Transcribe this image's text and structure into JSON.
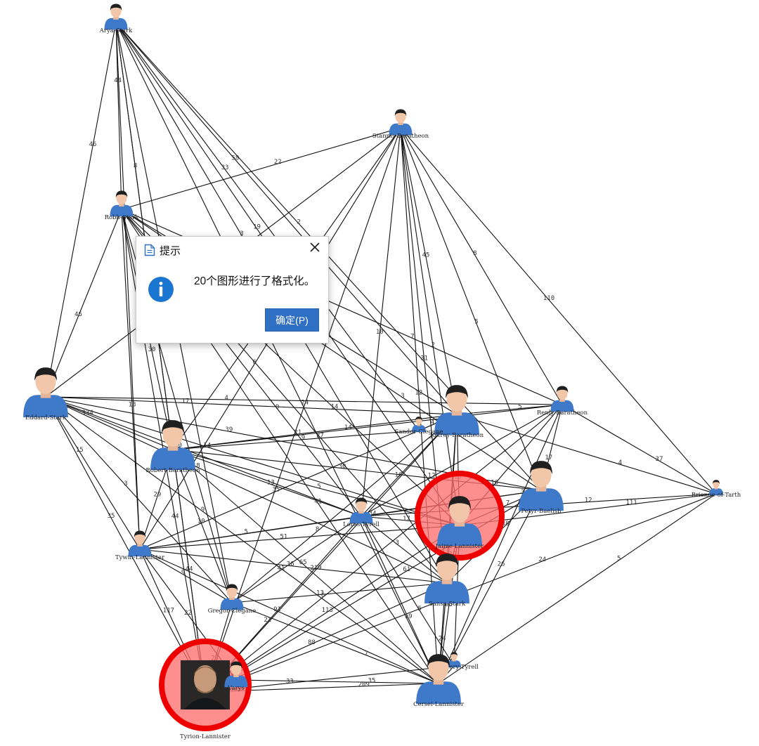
{
  "graph": {
    "nodes": [
      {
        "id": "arya",
        "label": "Arya-Stark",
        "size": "small"
      },
      {
        "id": "stannis",
        "label": "Stannis-Baratheon",
        "size": "small"
      },
      {
        "id": "robb",
        "label": "Robb-Stark",
        "size": "small"
      },
      {
        "id": "eddard",
        "label": "Eddard-Stark",
        "size": "large"
      },
      {
        "id": "robert",
        "label": "Robert-Baratheon",
        "size": "large"
      },
      {
        "id": "joffrey",
        "label": "Joffrey-Baratheon",
        "size": "large"
      },
      {
        "id": "sandor",
        "label": "Sandor-Clegane",
        "size": "tiny"
      },
      {
        "id": "renly",
        "label": "Renly-Baratheon",
        "size": "small"
      },
      {
        "id": "petyr",
        "label": "Petyr-Baelish",
        "size": "large"
      },
      {
        "id": "brienne",
        "label": "Brienne-of-Tarth",
        "size": "tiny"
      },
      {
        "id": "loras",
        "label": "Loras-Tyrell",
        "size": "small"
      },
      {
        "id": "tywin",
        "label": "Tywin-Lannister",
        "size": "small"
      },
      {
        "id": "jaime",
        "label": "Jaime-Lannister",
        "size": "large",
        "highlight": true
      },
      {
        "id": "sansa",
        "label": "Sansa-Stark",
        "size": "large"
      },
      {
        "id": "gregor",
        "label": "Gregor-Clegane",
        "size": "small"
      },
      {
        "id": "margaery",
        "label": "Margaery-Tyrell",
        "size": "tiny"
      },
      {
        "id": "cersei",
        "label": "Cersei-Lannister",
        "size": "large"
      },
      {
        "id": "tyrion",
        "label": "Tyrion-Lannister",
        "size": "photo",
        "highlight": true
      },
      {
        "id": "varys",
        "label": "Varys",
        "size": "small"
      }
    ],
    "edges": [
      {
        "from": "arya",
        "to": "robb",
        "label": "44"
      },
      {
        "from": "arya",
        "to": "eddard",
        "label": "46"
      },
      {
        "from": "arya",
        "to": "robert",
        "label": "8"
      },
      {
        "from": "arya",
        "to": "joffrey",
        "label": "58"
      },
      {
        "from": "arya",
        "to": "sandor",
        "label": "33"
      },
      {
        "from": "arya",
        "to": "tywin",
        "label": "13"
      },
      {
        "from": "arya",
        "to": "sansa",
        "label": "3"
      },
      {
        "from": "arya",
        "to": "cersei",
        "label": "44"
      },
      {
        "from": "arya",
        "to": "tyrion",
        "label": "30"
      },
      {
        "from": "arya",
        "to": "jaime",
        "label": "19"
      },
      {
        "from": "arya",
        "to": "gregor",
        "label": "4"
      },
      {
        "from": "arya",
        "to": "petyr",
        "label": "2"
      },
      {
        "from": "stannis",
        "to": "robb",
        "label": "22"
      },
      {
        "from": "stannis",
        "to": "joffrey",
        "label": "45"
      },
      {
        "from": "stannis",
        "to": "renly",
        "label": "8"
      },
      {
        "from": "stannis",
        "to": "brienne",
        "label": "110"
      },
      {
        "from": "stannis",
        "to": "cersei",
        "label": "12"
      },
      {
        "from": "stannis",
        "to": "tyrion",
        "label": "24"
      },
      {
        "from": "stannis",
        "to": "eddard",
        "label": "4"
      },
      {
        "from": "stannis",
        "to": "sansa",
        "label": "31"
      },
      {
        "from": "stannis",
        "to": "robert",
        "label": "11"
      },
      {
        "from": "stannis",
        "to": "loras",
        "label": "10"
      },
      {
        "from": "stannis",
        "to": "petyr",
        "label": "5"
      },
      {
        "from": "stannis",
        "to": "jaime",
        "label": "2"
      },
      {
        "from": "stannis",
        "to": "tywin",
        "label": "6"
      },
      {
        "from": "robb",
        "to": "eddard",
        "label": "46"
      },
      {
        "from": "robb",
        "to": "tywin",
        "label": "13"
      },
      {
        "from": "robb",
        "to": "robert",
        "label": "30"
      },
      {
        "from": "robb",
        "to": "joffrey",
        "label": "23"
      },
      {
        "from": "robb",
        "to": "sansa",
        "label": "27"
      },
      {
        "from": "robb",
        "to": "cersei",
        "label": "41"
      },
      {
        "from": "robb",
        "to": "jaime",
        "label": "14"
      },
      {
        "from": "robb",
        "to": "tyrion",
        "label": "44"
      },
      {
        "from": "robb",
        "to": "loras",
        "label": "9"
      },
      {
        "from": "robb",
        "to": "renly",
        "label": "7"
      },
      {
        "from": "robb",
        "to": "petyr",
        "label": "3"
      },
      {
        "from": "robb",
        "to": "gregor",
        "label": "4"
      },
      {
        "from": "eddard",
        "to": "robert",
        "label": "334"
      },
      {
        "from": "eddard",
        "to": "joffrey",
        "label": "17"
      },
      {
        "from": "eddard",
        "to": "renly",
        "label": "4"
      },
      {
        "from": "eddard",
        "to": "tywin",
        "label": "15"
      },
      {
        "from": "eddard",
        "to": "petyr",
        "label": "39"
      },
      {
        "from": "eddard",
        "to": "sansa",
        "label": "8"
      },
      {
        "from": "eddard",
        "to": "jaime",
        "label": "14"
      },
      {
        "from": "eddard",
        "to": "cersei",
        "label": "9"
      },
      {
        "from": "eddard",
        "to": "tyrion",
        "label": "35"
      },
      {
        "from": "eddard",
        "to": "loras",
        "label": "10"
      },
      {
        "from": "eddard",
        "to": "gregor",
        "label": "3"
      },
      {
        "from": "robert",
        "to": "joffrey",
        "label": "21"
      },
      {
        "from": "robert",
        "to": "renly",
        "label": "14"
      },
      {
        "from": "robert",
        "to": "petyr",
        "label": "30"
      },
      {
        "from": "robert",
        "to": "tywin",
        "label": "29"
      },
      {
        "from": "robert",
        "to": "gregor",
        "label": "10"
      },
      {
        "from": "robert",
        "to": "cersei",
        "label": "65"
      },
      {
        "from": "robert",
        "to": "tyrion",
        "label": "44"
      },
      {
        "from": "robert",
        "to": "jaime",
        "label": "5"
      },
      {
        "from": "robert",
        "to": "loras",
        "label": "13"
      },
      {
        "from": "robert",
        "to": "sandor",
        "label": "9"
      },
      {
        "from": "joffrey",
        "to": "sansa",
        "label": "12"
      },
      {
        "from": "joffrey",
        "to": "cersei",
        "label": "45"
      },
      {
        "from": "joffrey",
        "to": "tyrion",
        "label": "219"
      },
      {
        "from": "joffrey",
        "to": "tywin",
        "label": "35"
      },
      {
        "from": "joffrey",
        "to": "jaime",
        "label": "27"
      },
      {
        "from": "joffrey",
        "to": "sandor",
        "label": "42"
      },
      {
        "from": "joffrey",
        "to": "renly",
        "label": "5"
      },
      {
        "from": "joffrey",
        "to": "loras",
        "label": "16"
      },
      {
        "from": "joffrey",
        "to": "gregor",
        "label": "8"
      },
      {
        "from": "renly",
        "to": "brienne",
        "label": "37"
      },
      {
        "from": "renly",
        "to": "petyr",
        "label": "17"
      },
      {
        "from": "renly",
        "to": "loras",
        "label": "12"
      },
      {
        "from": "renly",
        "to": "jaime",
        "label": "16"
      },
      {
        "from": "renly",
        "to": "tyrion",
        "label": "6"
      },
      {
        "from": "renly",
        "to": "cersei",
        "label": "3"
      },
      {
        "from": "brienne",
        "to": "jaime",
        "label": "111"
      },
      {
        "from": "brienne",
        "to": "tyrion",
        "label": "24"
      },
      {
        "from": "brienne",
        "to": "cersei",
        "label": "5"
      },
      {
        "from": "brienne",
        "to": "loras",
        "label": "12"
      },
      {
        "from": "brienne",
        "to": "joffrey",
        "label": "4"
      },
      {
        "from": "petyr",
        "to": "sansa",
        "label": "38"
      },
      {
        "from": "petyr",
        "to": "cersei",
        "label": "26"
      },
      {
        "from": "petyr",
        "to": "tyrion",
        "label": "61"
      },
      {
        "from": "petyr",
        "to": "jaime",
        "label": "7"
      },
      {
        "from": "petyr",
        "to": "tywin",
        "label": "34"
      },
      {
        "from": "petyr",
        "to": "loras",
        "label": "3"
      },
      {
        "from": "tywin",
        "to": "tyrion",
        "label": "117"
      },
      {
        "from": "tywin",
        "to": "jaime",
        "label": "51"
      },
      {
        "from": "tywin",
        "to": "cersei",
        "label": "91"
      },
      {
        "from": "tywin",
        "to": "gregor",
        "label": "9"
      },
      {
        "from": "tywin",
        "to": "loras",
        "label": "5"
      },
      {
        "from": "tywin",
        "to": "sansa",
        "label": "36"
      },
      {
        "from": "tywin",
        "to": "varys",
        "label": "22"
      },
      {
        "from": "jaime",
        "to": "cersei",
        "label": "95"
      },
      {
        "from": "jaime",
        "to": "tyrion",
        "label": "113"
      },
      {
        "from": "jaime",
        "to": "sansa",
        "label": "10"
      },
      {
        "from": "jaime",
        "to": "loras",
        "label": "17"
      },
      {
        "from": "jaime",
        "to": "margaery",
        "label": "37"
      },
      {
        "from": "sansa",
        "to": "tyrion",
        "label": "88"
      },
      {
        "from": "sansa",
        "to": "cersei",
        "label": "24"
      },
      {
        "from": "sansa",
        "to": "loras",
        "label": "3"
      },
      {
        "from": "sansa",
        "to": "gregor",
        "label": "13"
      },
      {
        "from": "loras",
        "to": "tyrion",
        "label": "21"
      },
      {
        "from": "loras",
        "to": "cersei",
        "label": "19"
      },
      {
        "from": "loras",
        "to": "gregor",
        "label": "41"
      },
      {
        "from": "loras",
        "to": "margaery",
        "label": "5"
      },
      {
        "from": "gregor",
        "to": "tyrion",
        "label": "23"
      },
      {
        "from": "gregor",
        "to": "cersei",
        "label": "7"
      },
      {
        "from": "margaery",
        "to": "tyrion",
        "label": "33"
      },
      {
        "from": "margaery",
        "to": "cersei",
        "label": "2"
      },
      {
        "from": "cersei",
        "to": "tyrion",
        "label": "209"
      },
      {
        "from": "cersei",
        "to": "varys",
        "label": "35"
      },
      {
        "from": "tyrion",
        "to": "varys",
        "label": "33"
      }
    ]
  },
  "dialog": {
    "title": "提示",
    "message": "20个图形进行了格式化。",
    "ok_label": "确定(P)"
  }
}
